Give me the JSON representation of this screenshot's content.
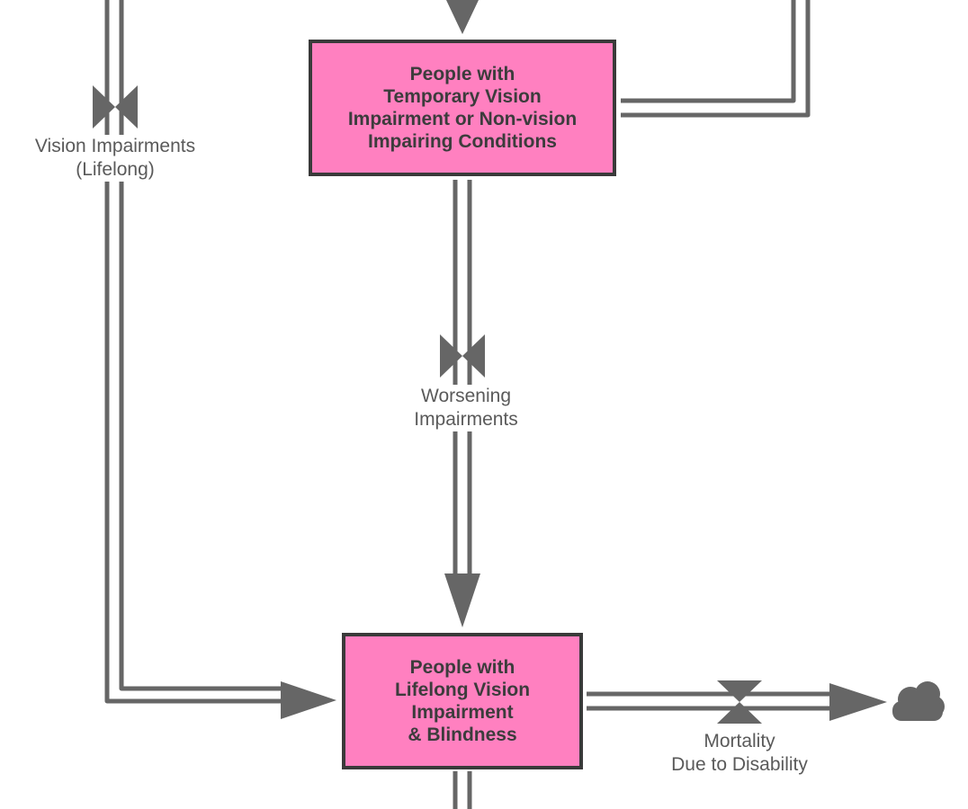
{
  "colors": {
    "stock_fill": "#ff80c0",
    "stock_border": "#3a3a3a",
    "pipe": "#666666",
    "label_text": "#5a5a5a"
  },
  "stocks": {
    "temporary": {
      "label": "People with\nTemporary Vision\nImpairment or Non-vision\nImpairing Conditions"
    },
    "lifelong": {
      "label": "People with\nLifelong Vision\nImpairment\n& Blindness"
    }
  },
  "flows": {
    "vision_impairments_lifelong": {
      "label": "Vision Impairments\n(Lifelong)",
      "icon": "valve-icon"
    },
    "worsening_impairments": {
      "label": "Worsening\nImpairments",
      "icon": "valve-icon"
    },
    "mortality": {
      "label": "Mortality\nDue to Disability",
      "icon": "valve-icon"
    }
  },
  "sink": {
    "icon": "cloud-icon"
  }
}
